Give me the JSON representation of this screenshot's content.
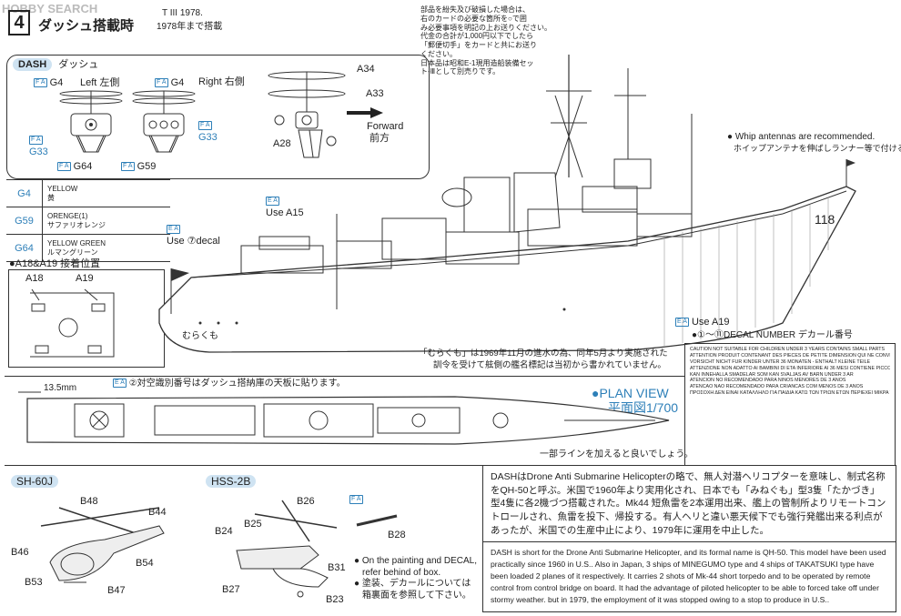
{
  "header": {
    "watermark": "HOBBY SEARCH",
    "step_number": "4",
    "title_ja": "ダッシュ搭載時",
    "period_en": "T III 1978.",
    "period_ja": "1978年まで搭載"
  },
  "instructions_top": [
    "部品を紛失及び破損した場合は、",
    "右のカードの必要な箇所を○で囲",
    "み必要事項を明記の上お送りください。",
    "代金の合計が1,000円以下でしたら",
    "「郵便切手」をカードと共にお送り",
    "ください。",
    "日本品は昭和E-1現用造船装備セッ",
    "ト-Ⅲとして別売りです。"
  ],
  "dash_box": {
    "title_en": "DASH",
    "title_ja": "ダッシュ",
    "left_label": "Left 左側",
    "right_label": "Right 右側",
    "parts": {
      "g4": "G4",
      "g33": "G33",
      "g64": "G64",
      "g59": "G59",
      "a34": "A34",
      "a33": "A33",
      "a28": "A28"
    },
    "forward_en": "Forward",
    "forward_ja": "前方"
  },
  "color_table": [
    {
      "code": "G4",
      "name_en": "YELLOW",
      "name_ja": "黄"
    },
    {
      "code": "G59",
      "name_en": "ORENGE(1)",
      "name_ja": "サファリオレンジ"
    },
    {
      "code": "G64",
      "name_en": "YELLOW GREEN",
      "name_ja": "ルマングリーン"
    }
  ],
  "a18_box": {
    "title": "●A18&A19 接着位置",
    "a18": "A18",
    "a19": "A19"
  },
  "callouts": {
    "whip_en": "Whip antennas are recommended.",
    "whip_ja": "ホイップアンテナを伸ばしランナー等で付けると良い",
    "use_a15": "Use A15",
    "use_decal7": "Use ⑦decal",
    "use_a19": "Use A19",
    "decal_number": "●①～⑪DECAL NUMBER デカール番号",
    "murakumo_1": "「むらくも」は1969年11月の進水の為、同年5月より実施された",
    "murakumo_2": "訓令を受けて舷側の艦名標記は当初から書かれていません。",
    "hull_number": "118",
    "hull_name": "むらくも"
  },
  "plan_view": {
    "note": "②対空識別番号はダッシュ搭納庫の天板に貼ります。",
    "dimension": "13.5mm",
    "title_en": "●PLAN VIEW",
    "title_ja": "平面図1/700",
    "line_note": "一部ラインを加えると良いでしょう。"
  },
  "warnings": [
    "CAUTION NOT SUITABLE FOR CHILDREN UNDER 3 YEARS CONTAINS SMALL PARTS",
    "ATTENTION PRODUIT CONTENANT DES PIECES DE PETITE DIMENSION QUI NE CONVIENT PAS A UN ENFANT DE MOINS DE 36 MOIS",
    "VORSICHT NICHT FUR KINDER UNTER 36 MONATEN - ENTHALT KLEINE TEILE",
    "ATTENZIONE NON ADATTO AI BAMBINI DI ETA INFERIORE AI 36 MESI CONTIENE PICCOLE PARTI",
    "KAN INNEHALLA SMADELAR SOM KAN SVALJAS AV BARN UNDER 3 AR",
    "ATENCION NO RECOMENDADO PARA NINOS MENORES DE 3 ANOS",
    "ATENCAO NAO RECOMENDADO PARA CRIANCAS COM MENOS DE 3 ANOS",
    "ΠΡΟΣΟΧΗ ΔΕΝ ΕΙΝΑΙ ΚΑΤΑΛΛΗΛΟ ΓΙΑ ΠΑΙΔΙΑ ΚΑΤΩ ΤΩΝ ΤΡΙΩΝ ΕΤΩΝ ΠΕΡΙΕΧΕΙ ΜΙΚΡΑ ΤΕΜΑΧΙΑ"
  ],
  "helicopters": {
    "sh60j": {
      "title": "SH-60J",
      "parts": [
        "B48",
        "B44",
        "B46",
        "B54",
        "B53",
        "B47"
      ]
    },
    "hss2b": {
      "title": "HSS-2B",
      "parts": [
        "B26",
        "B25",
        "B24",
        "B28",
        "B31",
        "B27",
        "B23"
      ]
    },
    "paint_note_en_1": "On the painting and DECAL,",
    "paint_note_en_2": "refer behind of box.",
    "paint_note_ja_1": "塗装、デカールについては",
    "paint_note_ja_2": "箱裏面を参照して下さい。"
  },
  "description": {
    "ja": "DASHはDrone Anti Submarine Helicopterの略で、無人対潜ヘリコプターを意味し、制式名称をQH-50と呼ぶ。米国で1960年より実用化され、日本でも「みねぐも」型3隻「たかづき」型4隻に各2機づつ搭載された。Mk44 短魚雷を2本運用出来、艦上の管制所よりリモートコントロールされ、魚雷を投下、帰投する。有人ヘリと違い悪天候下でも強行発艦出来る利点があったが、米国での生産中止により、1979年に運用を中止した。",
    "en": "DASH is short for the Drone Anti Submarine Helicopter, and its formal name is QH-50. This model have been used practically since 1960 in U.S.. Also in Japan, 3 ships of MINEGUMO type and 4 ships of TAKATSUKI type have been loaded 2 planes of it respectively. It carries 2 shots of Mk-44 short torpedo and to be operated by remote control from control bridge on board. It had the advantage of piloted helicopter to be able to forced take off under stormy weather. but in 1979, the employment of it was stopped owing to a stop to produce in U.S.."
  },
  "colors": {
    "accent_blue": "#2d7fb8",
    "line": "#333333"
  }
}
